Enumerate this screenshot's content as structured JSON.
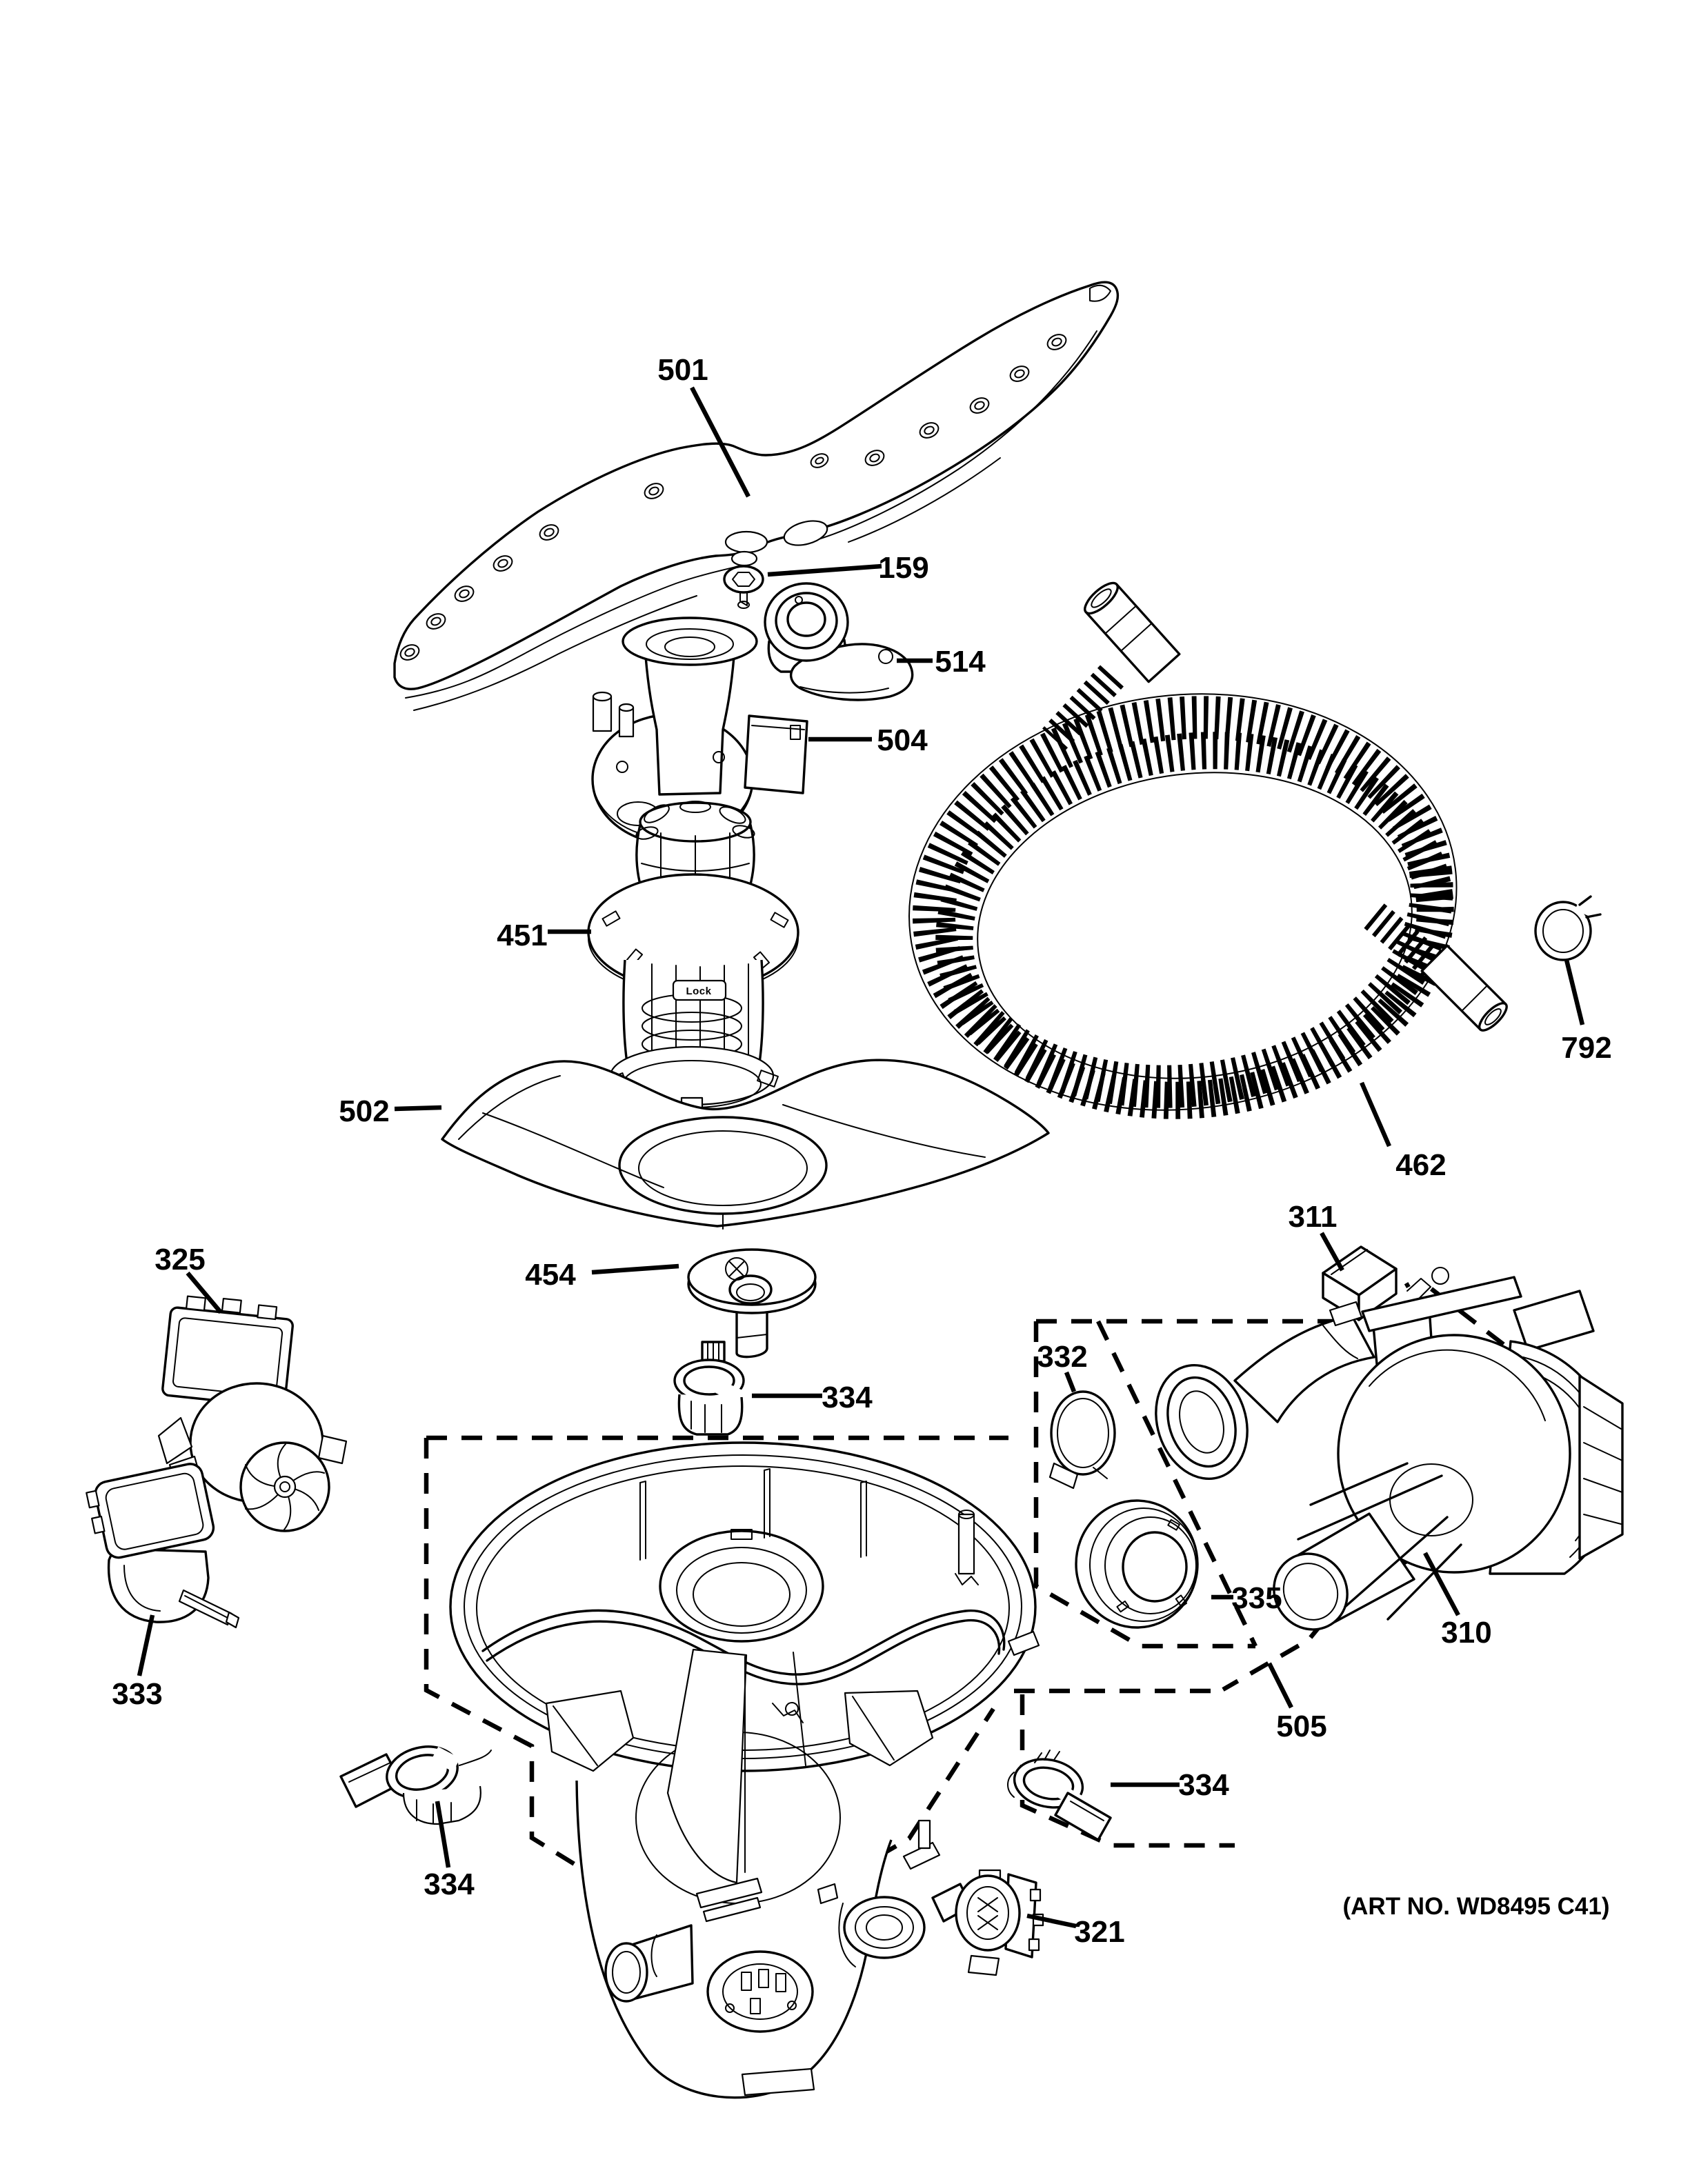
{
  "diagram": {
    "type": "exploded-parts-diagram",
    "subject": "dishwasher motor-pump and drain components",
    "art_no": "(ART NO. WD8495 C41)",
    "filter_ring_text": "Lock",
    "ink_color": "#000000",
    "background_color": "#ffffff",
    "callouts": [
      {
        "part": "upper-spray-arm",
        "text": "501"
      },
      {
        "part": "spray-arm-nut",
        "text": "159"
      },
      {
        "part": "spray-arm-support",
        "text": "514"
      },
      {
        "part": "pump-outlet-cover",
        "text": "504"
      },
      {
        "part": "filter-assembly",
        "text": "451"
      },
      {
        "part": "deflector-plate",
        "text": "502"
      },
      {
        "part": "drain-hose",
        "text": "462"
      },
      {
        "part": "drain-hose-clamp",
        "text": "792"
      },
      {
        "part": "mounting-block",
        "text": "311"
      },
      {
        "part": "drain-pump",
        "text": "325"
      },
      {
        "part": "hose-clamp-332",
        "text": "332"
      },
      {
        "part": "inlet-funnel",
        "text": "454"
      },
      {
        "part": "hose-clamp-center",
        "text": "334"
      },
      {
        "part": "diverter-pump",
        "text": "333"
      },
      {
        "part": "pump-seal",
        "text": "335"
      },
      {
        "part": "wash-pump-motor",
        "text": "310"
      },
      {
        "part": "sump-assembly-boundary",
        "text": "505"
      },
      {
        "part": "hose-clamp-right",
        "text": "334"
      },
      {
        "part": "hose-clamp-left",
        "text": "334"
      },
      {
        "part": "check-valve",
        "text": "321"
      }
    ]
  }
}
